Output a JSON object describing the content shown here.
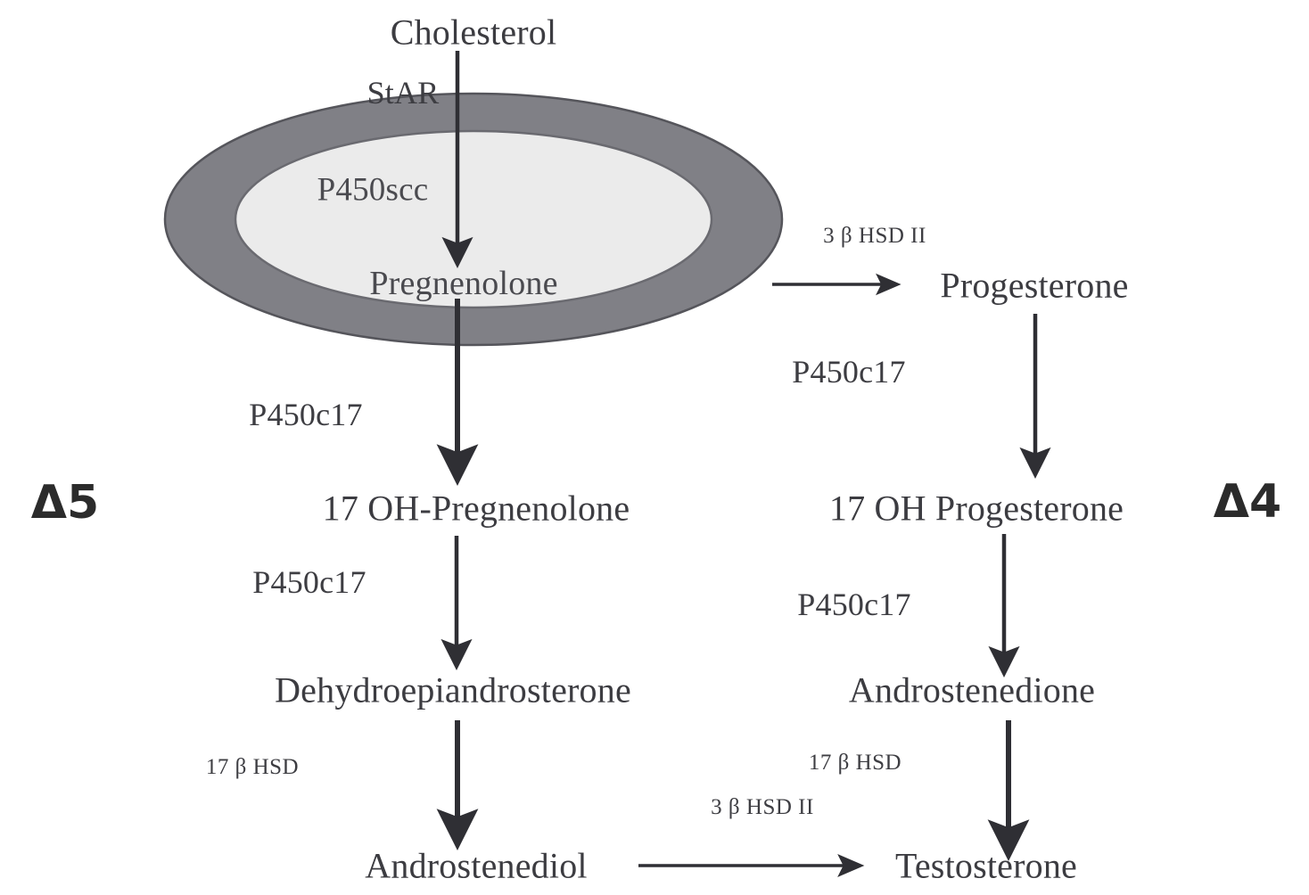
{
  "diagram": {
    "title": "Steroidogenesis pathway (Delta 5 and Delta 4)",
    "colors": {
      "ellipse_ring": "#808086",
      "ellipse_inner": "#ebebeb",
      "ellipse_stroke": "#54545a",
      "text": "#3d3d42",
      "arrow": "#2f2f34",
      "background": "#ffffff"
    },
    "pathway_labels": {
      "left": "Δ5",
      "right": "Δ4"
    },
    "metabolites": [
      {
        "id": "cholesterol",
        "label": "Cholesterol"
      },
      {
        "id": "pregnenolone",
        "label": "Pregnenolone"
      },
      {
        "id": "progesterone",
        "label": "Progesterone"
      },
      {
        "id": "oh-pregnenolone",
        "label": "17 OH-Pregnenolone"
      },
      {
        "id": "oh-progesterone",
        "label": "17 OH Progesterone"
      },
      {
        "id": "dhea",
        "label": "Dehydroepiandrosterone"
      },
      {
        "id": "androstenedione",
        "label": "Androstenedione"
      },
      {
        "id": "androstenediol",
        "label": "Androstenediol"
      },
      {
        "id": "testosterone",
        "label": "Testosterone"
      }
    ],
    "enzymes": [
      {
        "id": "star",
        "label": "StAR"
      },
      {
        "id": "p450scc",
        "label": "P450scc"
      },
      {
        "id": "hsd3b2-top",
        "label": "3 β HSD II"
      },
      {
        "id": "p450c17-left-upper",
        "label": "P450c17"
      },
      {
        "id": "p450c17-right-upper",
        "label": "P450c17"
      },
      {
        "id": "p450c17-left-lower",
        "label": "P450c17"
      },
      {
        "id": "p450c17-right-lower",
        "label": "P450c17"
      },
      {
        "id": "hsd17b-left",
        "label": "17 β HSD"
      },
      {
        "id": "hsd17b-right",
        "label": "17 β HSD"
      },
      {
        "id": "hsd3b2-bottom",
        "label": "3 β HSD II"
      }
    ],
    "reactions": [
      {
        "from": "cholesterol",
        "to": "pregnenolone",
        "enzyme": "P450scc",
        "direction": "down"
      },
      {
        "from": "pregnenolone",
        "to": "progesterone",
        "enzyme": "3 β HSD II",
        "direction": "right"
      },
      {
        "from": "pregnenolone",
        "to": "17 OH-Pregnenolone",
        "enzyme": "P450c17",
        "direction": "down"
      },
      {
        "from": "progesterone",
        "to": "17 OH Progesterone",
        "enzyme": "P450c17",
        "direction": "down"
      },
      {
        "from": "17 OH-Pregnenolone",
        "to": "Dehydroepiandrosterone",
        "enzyme": "P450c17",
        "direction": "down"
      },
      {
        "from": "17 OH Progesterone",
        "to": "Androstenedione",
        "enzyme": "P450c17",
        "direction": "down"
      },
      {
        "from": "Dehydroepiandrosterone",
        "to": "Androstenediol",
        "enzyme": "17 β HSD",
        "direction": "down"
      },
      {
        "from": "Androstenedione",
        "to": "Testosterone",
        "enzyme": "17 β HSD",
        "direction": "down"
      },
      {
        "from": "Androstenediol",
        "to": "Testosterone",
        "enzyme": "3 β HSD II",
        "direction": "right"
      }
    ]
  }
}
